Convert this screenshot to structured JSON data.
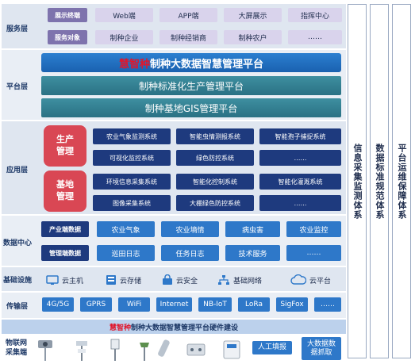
{
  "layers": {
    "service": "服务层",
    "platform": "平台层",
    "application": "应用层",
    "data_center": "数据中心",
    "infrastructure": "基础设施",
    "transport": "传输层",
    "iot": "物联网采集端"
  },
  "service": {
    "row1_label": "展示终端",
    "row1_items": [
      "Web端",
      "APP端",
      "大屏展示",
      "指挥中心"
    ],
    "row2_label": "服务对象",
    "row2_items": [
      "制种企业",
      "制种经销商",
      "制种农户",
      "……"
    ]
  },
  "platform": {
    "title_red": "慧智种",
    "title_rest": "制种大数据智慧管理平台",
    "sub1": "制种标准化生产管理平台",
    "sub2": "制种基地GIS管理平台"
  },
  "application": {
    "production_label": "生产管理",
    "production_items": [
      "农业气象监测系统",
      "智能虫情测报系统",
      "智能孢子捕捉系统",
      "可视化监控系统",
      "绿色防控系统",
      "……"
    ],
    "base_label": "基地管理",
    "base_items": [
      "环境信息采集系统",
      "智能化控制系统",
      "智能化灌溉系统",
      "图像采集系统",
      "大棚绿色防控系统",
      "……"
    ]
  },
  "data_center": {
    "row1_label": "产业端数据",
    "row1_items": [
      "农业气象",
      "农业墒情",
      "病虫害",
      "农业监控"
    ],
    "row2_label": "管理端数据",
    "row2_items": [
      "巡田日志",
      "任务日志",
      "技术服务",
      "……"
    ]
  },
  "infrastructure": {
    "items": [
      "云主机",
      "云存储",
      "云安全",
      "基础网络",
      "云平台"
    ]
  },
  "transport": {
    "items": [
      "4G/5G",
      "GPRS",
      "WiFi",
      "Internet",
      "NB-IoT",
      "LoRa",
      "SigFox",
      "……"
    ]
  },
  "hardware": {
    "title_red": "慧智种",
    "title_rest": "制种大数据智慧管理平台硬件建设",
    "manual": "人工填报",
    "big_data": "大数据数据抓取"
  },
  "side_columns": [
    "信息采集监测体系",
    "数据标准规范体系",
    "平台运维保障体系"
  ],
  "colors": {
    "platform_blue": "#1a61b0",
    "teal": "#2a7184",
    "app_red": "#d94754",
    "navy": "#1e3a7e",
    "purple": "#7e73ad",
    "brand_red": "#e0162b"
  }
}
